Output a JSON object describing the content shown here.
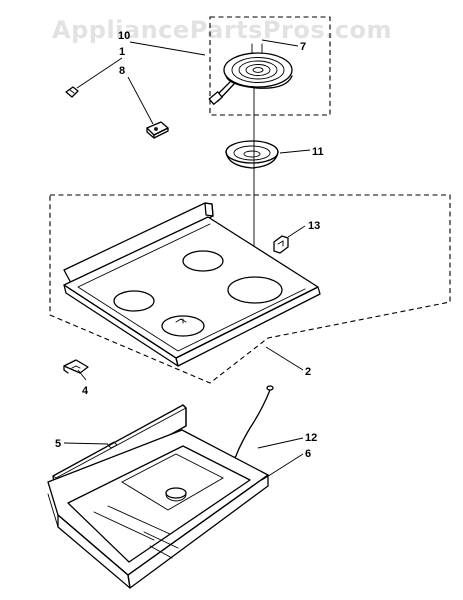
{
  "watermark": "AppliancePartsPros.com",
  "callouts": {
    "c1": "1",
    "c2": "2",
    "c4": "4",
    "c5": "5",
    "c6": "6",
    "c7": "7",
    "c8": "8",
    "c10": "10",
    "c11": "11",
    "c12": "12",
    "c13": "13"
  }
}
